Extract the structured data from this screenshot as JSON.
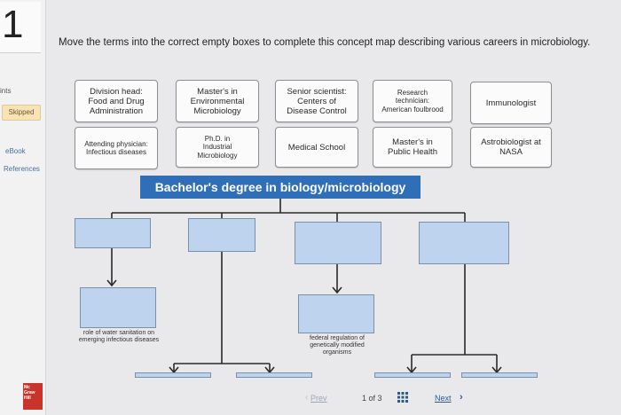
{
  "sidebar": {
    "question_number": "1",
    "points_label": "ints",
    "status": "Skipped",
    "ebook": "eBook",
    "references": "References",
    "brand": [
      "Mc",
      "Graw",
      "Hill"
    ]
  },
  "instructions": "Move the terms into the correct empty boxes to complete this concept map describing various careers in microbiology.",
  "terms": [
    {
      "lines": [
        "Division head:",
        "Food and Drug",
        "Administration"
      ]
    },
    {
      "lines": [
        "Master's in",
        "Environmental",
        "Microbiology"
      ]
    },
    {
      "lines": [
        "Senior scientist:",
        "Centers of",
        "Disease Control"
      ]
    },
    {
      "lines": [
        "Research",
        "technician:",
        "American foulbrood"
      ]
    },
    {
      "lines": [
        "Immunologist"
      ]
    },
    {
      "lines": [
        "Attending physician:",
        "Infectious diseases"
      ]
    },
    {
      "lines": [
        "Ph.D. in",
        "Industrial",
        "Microbiology"
      ]
    },
    {
      "lines": [
        "Medical School"
      ]
    },
    {
      "lines": [
        "Master's in",
        "Public Health"
      ]
    },
    {
      "lines": [
        "Astrobiologist at",
        "NASA"
      ]
    }
  ],
  "concept_map": {
    "root": "Bachelor's degree in biology/microbiology",
    "given_labels": [
      "role of water sanitation on emerging infectious diseases",
      "federal regulation of genetically modified organisms"
    ]
  },
  "navigation": {
    "prev": "Prev",
    "page": "1 of 3",
    "next": "Next"
  },
  "colors": {
    "banner": "#2f6fb8",
    "drop_box": "#bed4ee",
    "skipped_badge": "#f7e3b6"
  }
}
